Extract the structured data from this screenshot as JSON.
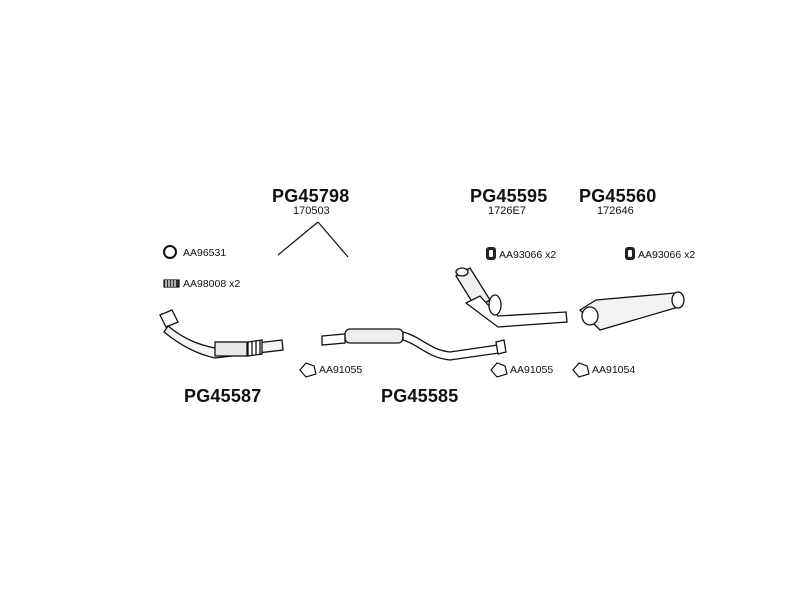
{
  "parts": {
    "pg45798": {
      "code": "PG45798",
      "ref": "170503"
    },
    "pg45595": {
      "code": "PG45595",
      "ref": "1726E7"
    },
    "pg45560": {
      "code": "PG45560",
      "ref": "172646"
    },
    "pg45587": {
      "code": "PG45587"
    },
    "pg45585": {
      "code": "PG45585"
    }
  },
  "accessories": {
    "ring": "AA96531",
    "spring": "AA98008 x2",
    "clamp_left": "AA91055",
    "clamp_mid": "AA91055",
    "clamp_right": "AA91054",
    "hanger_a": "AA93066 x2",
    "hanger_b": "AA93066 x2"
  }
}
